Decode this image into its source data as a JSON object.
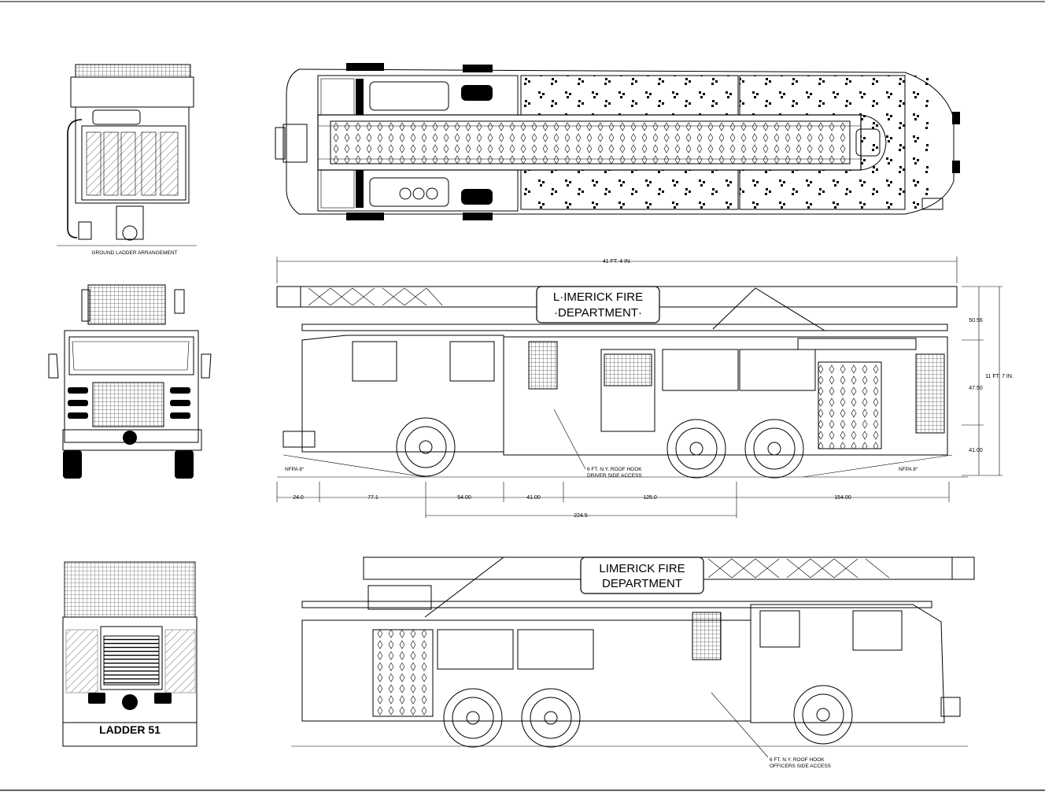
{
  "drawing": {
    "ground_ladder_label": "GROUND LADDER ARRANGEMENT",
    "sign_line1": "LIMERICK FIRE",
    "sign_line2": "DEPARTMENT",
    "sign_line1_driver": "L·IMERICK FIRE",
    "sign_line2_driver": "·DEPARTMENT·",
    "rear_plate": "LADDER 51",
    "overall_length": "41 FT. 4 IN.",
    "overall_height": "11 FT. 7 IN.",
    "height_segments": [
      "50.56",
      "47.50",
      "41.00"
    ],
    "nfpa_front": "NFPA 8°",
    "nfpa_rear": "NFPA 8°",
    "bottom_dims": [
      "24.0",
      "77.1",
      "54.00",
      "41.00",
      "125.0",
      "154.00"
    ],
    "wheelbase_dim": "224.5",
    "driver_hook_line1": "6 FT. N.Y. ROOF HOOK",
    "driver_hook_line2": "DRIVER SIDE ACCESS",
    "officer_hook_line1": "6 FT. N.Y. ROOF HOOK",
    "officer_hook_line2": "OFFICERS SIDE ACCESS"
  }
}
